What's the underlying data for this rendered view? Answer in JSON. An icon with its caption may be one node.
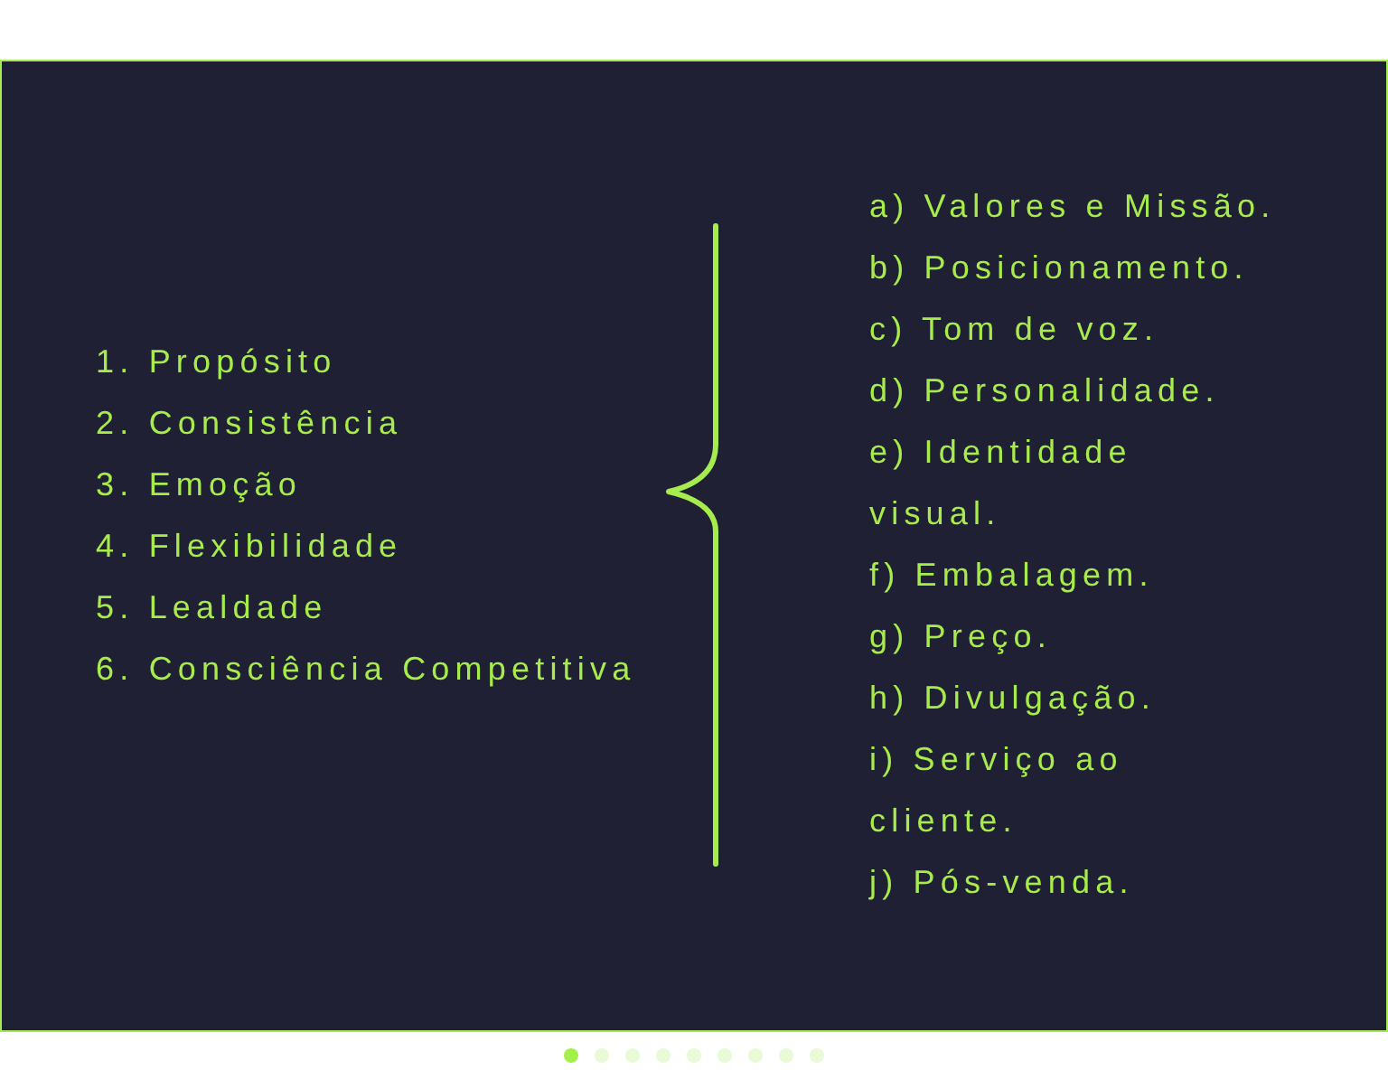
{
  "diagram": {
    "labels": [
      "1. Propósito",
      "2. Consistência",
      "3. Emoção",
      "4. Flexibilidade",
      "5. Lealdade",
      "6. Consciência Competitiva",
      "a) Valores e Missão.",
      "b) Posicionamento.",
      "c) Tom de voz.",
      "d) Personalidade.",
      "e) Identidade visual.",
      "f) Embalagem.",
      "g) Preço.",
      "h) Divulgação.",
      "i) Serviço ao cliente.",
      "j) Pós-venda."
    ]
  }
}
